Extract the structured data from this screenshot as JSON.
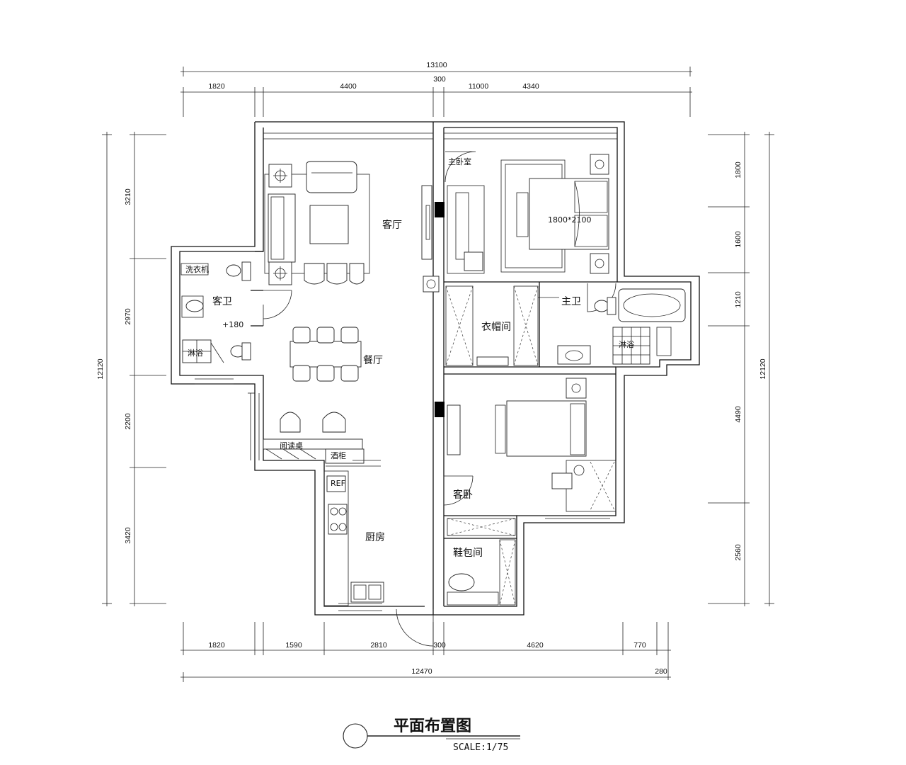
{
  "drawing": {
    "title": "平面布置图",
    "scale": "SCALE:1/75"
  },
  "dimensions": {
    "top_total": "13100",
    "top_segments": [
      "1820",
      "4400",
      "300",
      "11000",
      "4340"
    ],
    "bottom_segments": [
      "1820",
      "1590",
      "2810",
      "300",
      "4620",
      "770"
    ],
    "bottom_total": "12470",
    "bottom_extra": "280",
    "left_segments": [
      "3210",
      "2970",
      "2200",
      "3420"
    ],
    "left_total": "12120",
    "right_segments": [
      "1800",
      "1600",
      "1210",
      "4490",
      "2560"
    ],
    "right_total": "12120"
  },
  "rooms": {
    "living": "客厅",
    "dining": "餐厅",
    "kitchen": "厨房",
    "guest_bath": "客卫",
    "washer": "洗衣机",
    "shower1": "淋浴",
    "guest_bath_level": "+180",
    "master_bedroom": "主卧室",
    "bed_size": "1800*2100",
    "master_bath": "主卫",
    "shower2": "淋浴",
    "cloakroom": "衣帽间",
    "guest_bedroom": "客卧",
    "shoe_room": "鞋包间",
    "reading_desk": "阅读桌",
    "wine_cabinet": "酒柜",
    "fridge": "REF"
  }
}
